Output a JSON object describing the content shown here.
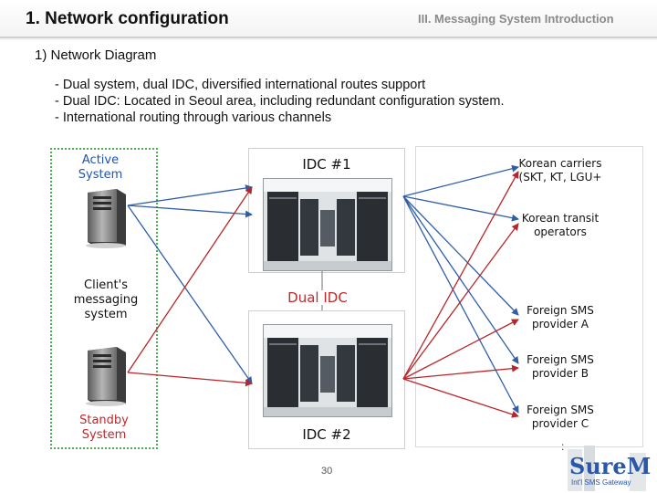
{
  "header": {
    "title": "1. Network configuration",
    "section": "III. Messaging System Introduction"
  },
  "subtitle": "1) Network Diagram",
  "bullets": [
    "- Dual system, dual IDC, diversified international routes support",
    "- Dual IDC: Located in Seoul area, including redundant configuration system.",
    "- International routing through various channels"
  ],
  "diagram": {
    "active_system": [
      "Active",
      "System"
    ],
    "client_system": [
      "Client's",
      "messaging",
      "system"
    ],
    "standby_system": [
      "Standby",
      "System"
    ],
    "idc1": "IDC #1",
    "dual_idc": "Dual IDC",
    "idc2": "IDC #2",
    "destinations": [
      {
        "lines": [
          "Korean carriers",
          "(SKT, KT, LGU+"
        ]
      },
      {
        "lines": [
          "Korean transit",
          "operators"
        ]
      },
      {
        "lines": [
          "Foreign SMS",
          "provider A"
        ]
      },
      {
        "lines": [
          "Foreign SMS",
          "provider B"
        ]
      },
      {
        "lines": [
          "Foreign SMS",
          "provider C"
        ]
      }
    ],
    "ellipsis": ":"
  },
  "footer": {
    "page": "30",
    "logo_main": "SureM",
    "logo_sub": "Int'l SMS Gateway"
  },
  "colors": {
    "blue_label": "#1f55b0",
    "red_label": "#c0282a",
    "idc1_links": "#2f5da8",
    "idc2_links": "#b8262a",
    "green_border": "#4caf50"
  }
}
